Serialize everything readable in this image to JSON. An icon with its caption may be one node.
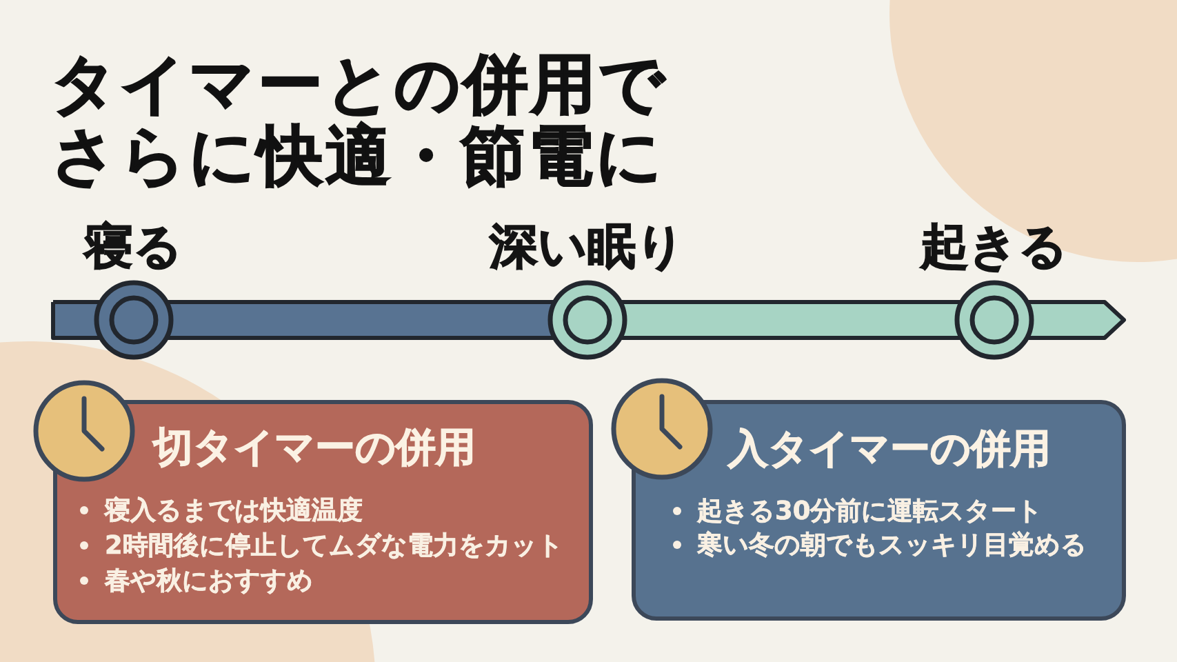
{
  "diagram": {
    "title": "タイマーとの併用でさらに快適・節電に",
    "nodes": [
      {
        "text": [
          "寝る"
        ]
      },
      {
        "text": [
          "深い眠り"
        ]
      },
      {
        "text": [
          "起きる"
        ]
      },
      {
        "text": [
          "切タイマーの併用",
          "寝入るまでは快適温度",
          "2時間後に停止してムダな電力をカット",
          "春や秋におすすめ"
        ]
      },
      {
        "text": [
          "入タイマーの併用",
          "起きる30分前に運転スタート",
          "寒い冬の朝でもスッキリ目覚める"
        ]
      }
    ],
    "edges": [
      {
        "from": null,
        "to": 0,
        "arrow": "none"
      },
      {
        "from": 0,
        "to": 1,
        "arrow": "none"
      },
      {
        "from": 1,
        "to": 2,
        "arrow": "none",
        "color": "#a7d4c4"
      },
      {
        "from": 2,
        "to": null,
        "arrow": "to",
        "color": "#a7d4c4"
      }
    ]
  }
}
